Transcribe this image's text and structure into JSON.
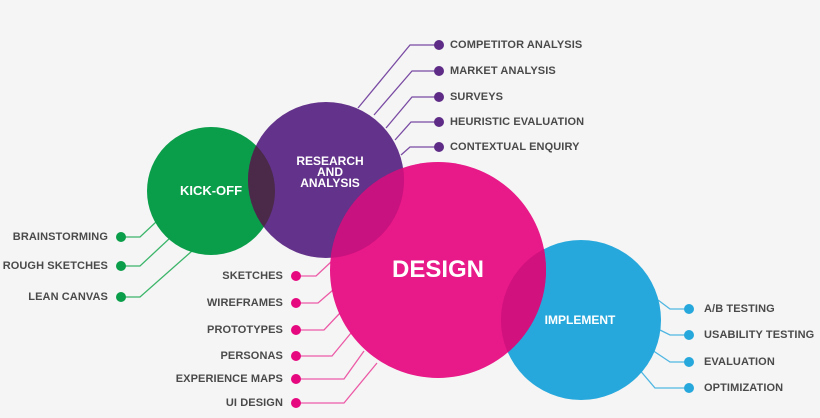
{
  "colors": {
    "background": "#f5f5f5",
    "kickoff": "#0a9e4a",
    "research": "#5e2b86",
    "design": "#e6087f",
    "implement": "#27a8dc",
    "label_text": "#4a4a4a"
  },
  "circles": {
    "kickoff": {
      "label": "KICK-OFF"
    },
    "research": {
      "label_line1": "RESEARCH",
      "label_line2": "AND",
      "label_line3": "ANALYSIS"
    },
    "design": {
      "label": "DESIGN"
    },
    "implement": {
      "label": "IMPLEMENT"
    }
  },
  "research_items": [
    "COMPETITOR ANALYSIS",
    "MARKET ANALYSIS",
    "SURVEYS",
    "HEURISTIC EVALUATION",
    "CONTEXTUAL ENQUIRY"
  ],
  "kickoff_items": [
    "BRAINSTORMING",
    "ROUGH SKETCHES",
    "LEAN CANVAS"
  ],
  "design_items": [
    "SKETCHES",
    "WIREFRAMES",
    "PROTOTYPES",
    "PERSONAS",
    "EXPERIENCE MAPS",
    "UI DESIGN"
  ],
  "implement_items": [
    "A/B TESTING",
    "USABILITY TESTING",
    "EVALUATION",
    "OPTIMIZATION"
  ]
}
